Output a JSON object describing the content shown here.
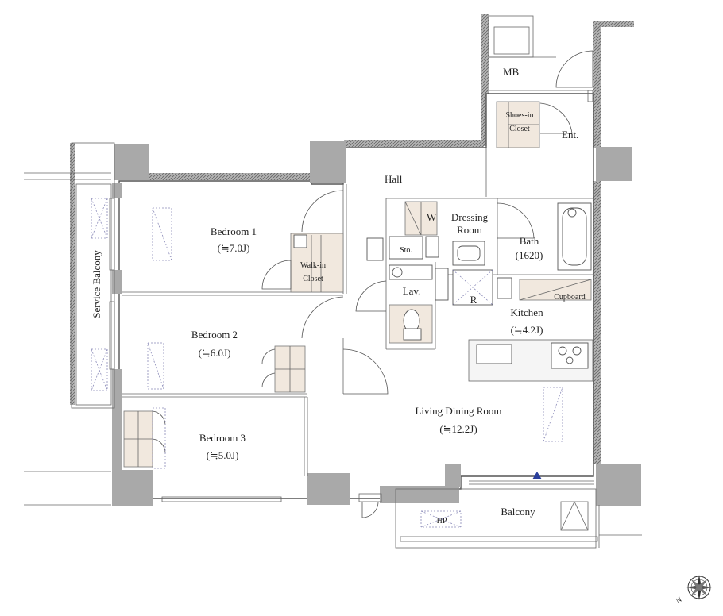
{
  "rooms": {
    "mb": "MB",
    "shoes_in_closet_l1": "Shoes-in",
    "shoes_in_closet_l2": "Closet",
    "entrance": "Ent.",
    "hall": "Hall",
    "bedroom1_name": "Bedroom 1",
    "bedroom1_size": "(≒7.0J)",
    "walkin_closet_l1": "Walk-in",
    "walkin_closet_l2": "Closet",
    "bedroom2_name": "Bedroom 2",
    "bedroom2_size": "(≒6.0J)",
    "bedroom3_name": "Bedroom 3",
    "bedroom3_size": "(≒5.0J)",
    "service_balcony": "Service Balcony",
    "washer": "W",
    "dressing_room_l1": "Dressing",
    "dressing_room_l2": "Room",
    "bath_name": "Bath",
    "bath_size": "(1620)",
    "storage": "Sto.",
    "lavatory": "Lav.",
    "refrigerator": "R",
    "cupboard": "Cupboard",
    "kitchen_name": "Kitchen",
    "kitchen_size": "(≒4.2J)",
    "ldr_name": "Living Dining Room",
    "ldr_size": "(≒12.2J)",
    "heat_pump": "HP",
    "balcony": "Balcony",
    "compass_n": "N"
  },
  "colors": {
    "wall": "#a9a9a9",
    "closet": "#f1e8de",
    "marker": "#2a3f9c"
  }
}
